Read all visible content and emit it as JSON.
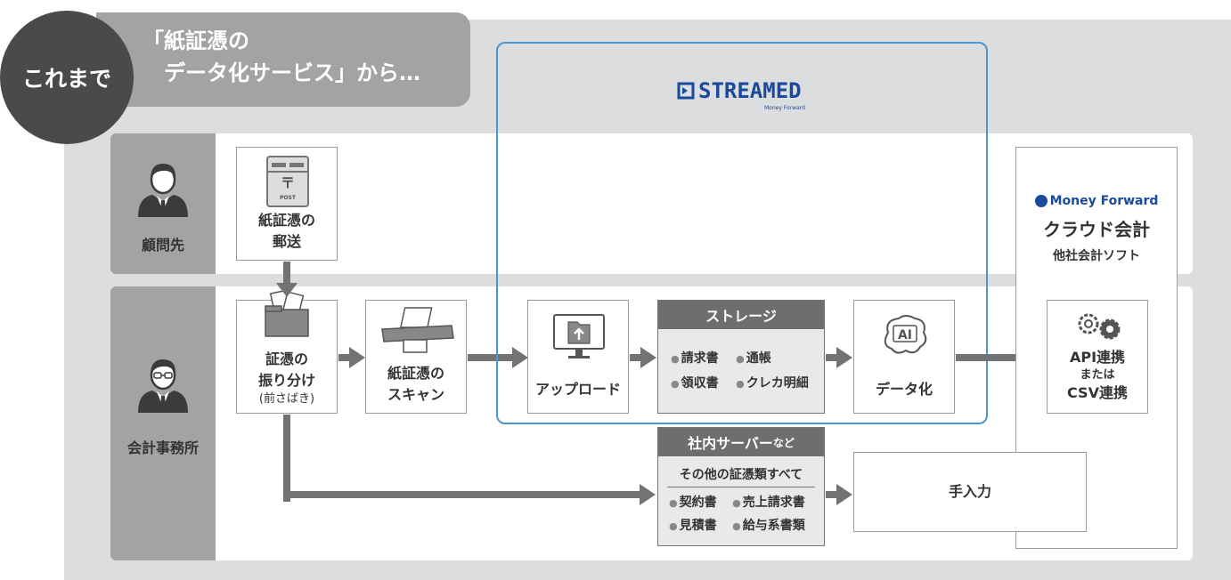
{
  "header": {
    "badge": "これまで",
    "title": "「紙証憑の\n　データ化サービス」から…"
  },
  "rows": {
    "client_label": "顧問先",
    "office_label": "会計事務所"
  },
  "streamed": {
    "logo_text": "STREAMED",
    "logo_sub": "Money Forward"
  },
  "steps": {
    "mail": "紙証憑の\n郵送",
    "sort": "証憑の\n振り分け",
    "sort_note": "(前さばき)",
    "scan": "紙証憑の\nスキャン",
    "upload": "アップロード",
    "storage_title": "ストレージ",
    "storage_items": [
      "請求書",
      "通帳",
      "領収書",
      "クレカ明細"
    ],
    "digitize": "データ化",
    "manual": "手入力"
  },
  "server": {
    "title": "社内サーバー",
    "title_suffix": "など",
    "subtitle": "その他の証憑類すべて",
    "items": [
      "契約書",
      "売上請求書",
      "見積書",
      "給与系書類"
    ]
  },
  "accounting": {
    "logo": "Money Forward",
    "product": "クラウド会計",
    "other": "他社会計ソフト",
    "link_line1": "API連携",
    "link_line2": "または",
    "link_line3": "CSV連携"
  },
  "icons": {
    "person1": "businessman-icon",
    "person2": "businessman-glasses-icon",
    "mailbox": "post-box-icon",
    "folder": "folder-documents-icon",
    "scanner": "scanner-icon",
    "monitor": "upload-monitor-icon",
    "ai": "ai-brain-icon",
    "gears": "gears-icon"
  },
  "colors": {
    "panel": "#dcdddf",
    "dark": "#4a4a4a",
    "gray_label": "#a2a3a5",
    "arrow": "#727375",
    "blue": "#4d95cf",
    "brand_blue": "#1a4a9c"
  }
}
